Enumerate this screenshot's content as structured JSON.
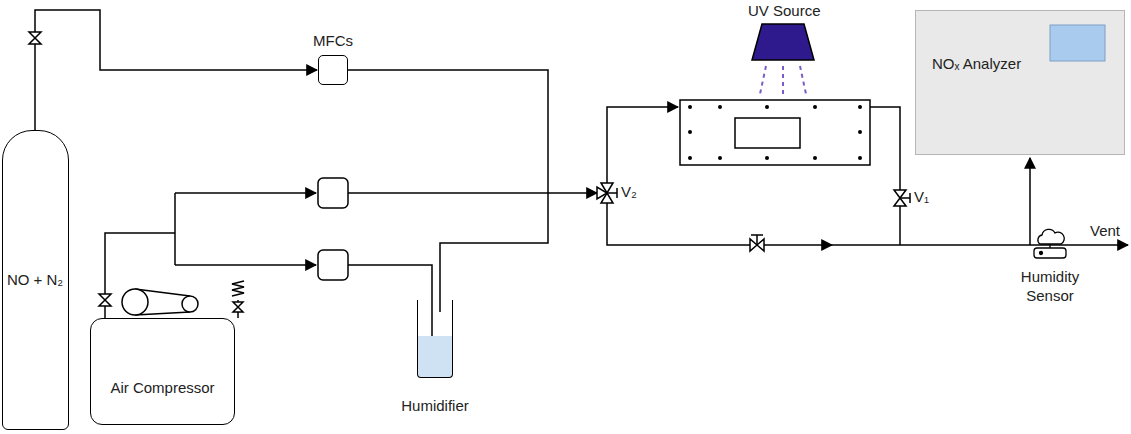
{
  "diagram": {
    "nodes": [
      {
        "text": [
          "NO + N₂"
        ]
      },
      {
        "text": [
          "Air Compressor"
        ]
      },
      {
        "text": [
          "MFCs"
        ]
      },
      {
        "text": [
          "Humidifier"
        ]
      },
      {
        "text": [
          "NOₓ Analyzer"
        ]
      },
      {
        "text": [
          "Humidity Sensor"
        ]
      }
    ],
    "edges": [
      {
        "from": 0,
        "to": 2,
        "arrow": "to"
      }
    ],
    "labels": [
      "UV Source",
      "V₂",
      "V₁",
      "Vent"
    ]
  }
}
